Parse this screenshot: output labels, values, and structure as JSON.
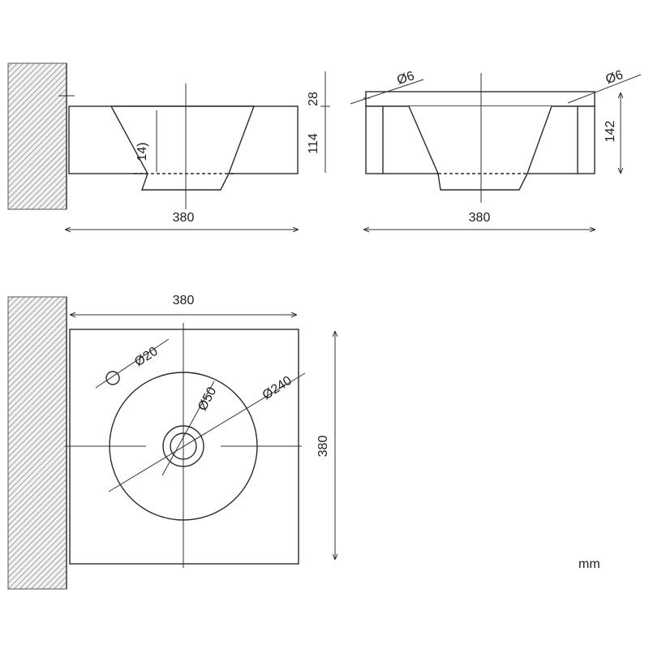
{
  "side_view": {
    "width": "380",
    "depth_bowl": "14)",
    "height_top": "28",
    "height_body": "114"
  },
  "front_view": {
    "width": "380",
    "dia_left": "Ø6",
    "dia_right": "Ø6",
    "height_right": "142"
  },
  "top_view": {
    "width": "380",
    "depth": "380",
    "tap_hole": "Ø20",
    "drain": "Ø50",
    "bowl": "Ø240"
  },
  "unit": "mm"
}
